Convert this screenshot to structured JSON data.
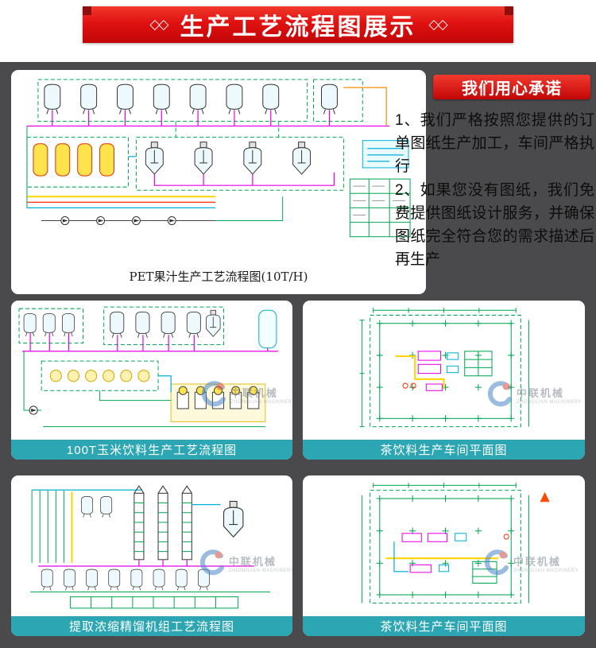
{
  "header": {
    "decor_left": "◇◇",
    "decor_right": "◇◇",
    "title": "生产工艺流程图展示"
  },
  "promise": {
    "title": "我们用心承诺",
    "paragraphs": [
      "1、我们严格按照您提供的订单图纸生产加工，车间严格执行",
      "2、如果您没有图纸，我们免费提供图纸设计服务，并确保图纸完全符合您的需求描述后再生产"
    ]
  },
  "panels": {
    "pet": {
      "caption": "PET果汁生产工艺流程图(10T/H)"
    },
    "corn": {
      "caption": "100T玉米饮料生产工艺流程图"
    },
    "tea1": {
      "caption": "茶饮料生产车间平面图"
    },
    "distill": {
      "caption": "提取浓缩精馏机组工艺流程图"
    },
    "tea2": {
      "caption": "茶饮料生产车间平面图"
    }
  },
  "watermark": {
    "name": "中联机械",
    "subtitle": "ZHONGLIAN MACHINERY"
  },
  "colors": {
    "banner_red": "#e01111",
    "caption_teal": "#2ba6b2",
    "background_gray": "#4a4a4c"
  }
}
